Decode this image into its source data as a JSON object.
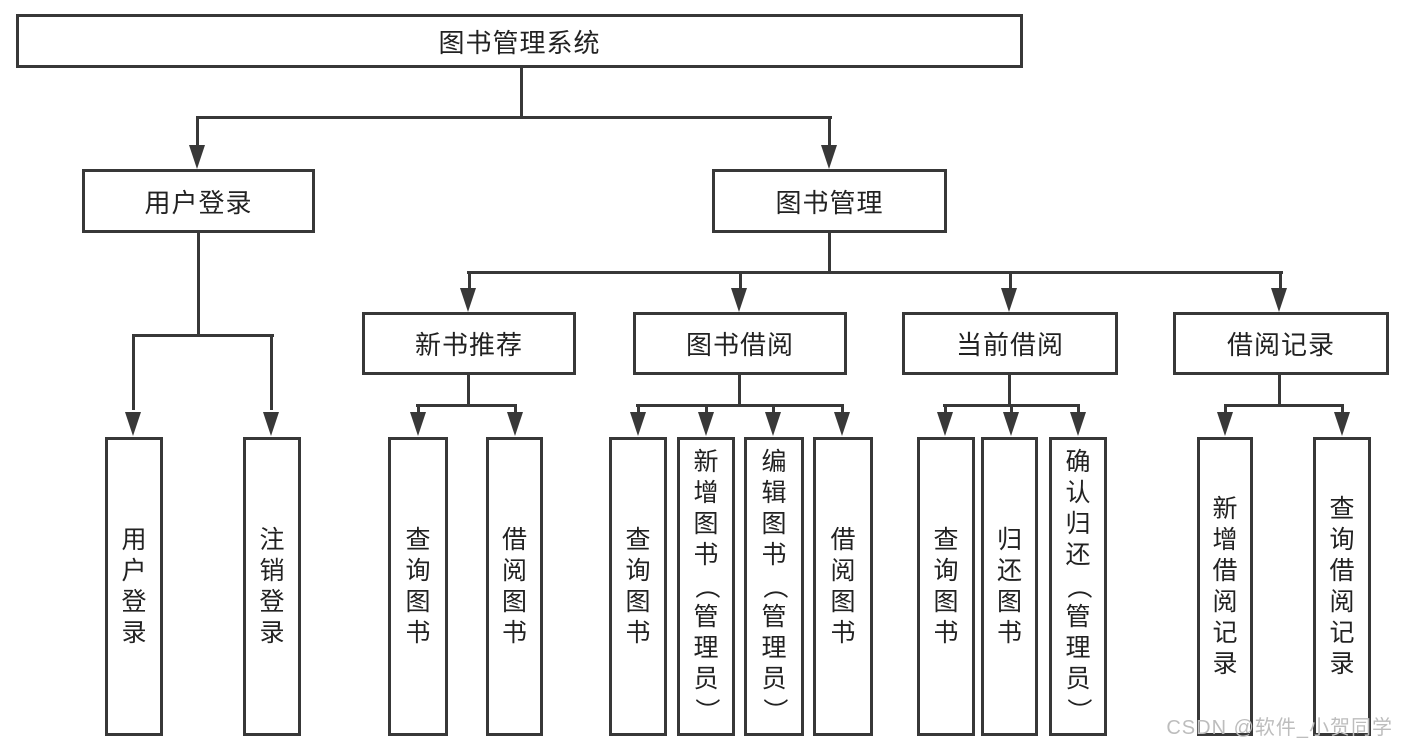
{
  "nodes": {
    "root": {
      "label": "图书管理系统"
    },
    "branches": [
      {
        "label": "用户登录"
      },
      {
        "label": "图书管理"
      }
    ],
    "modules": [
      {
        "label": "新书推荐"
      },
      {
        "label": "图书借阅"
      },
      {
        "label": "当前借阅"
      },
      {
        "label": "借阅记录"
      }
    ],
    "leaves": [
      {
        "label": "用户登录"
      },
      {
        "label": "注销登录"
      },
      {
        "label": "查询图书"
      },
      {
        "label": "借阅图书"
      },
      {
        "label": "查询图书"
      },
      {
        "label": "新增图书（管理员）"
      },
      {
        "label": "编辑图书（管理员）"
      },
      {
        "label": "借阅图书"
      },
      {
        "label": "查询图书"
      },
      {
        "label": "归还图书"
      },
      {
        "label": "确认归还（管理员）"
      },
      {
        "label": "新增借阅记录"
      },
      {
        "label": "查询借阅记录"
      }
    ]
  },
  "watermark": {
    "text": "CSDN @软件_小贺同学"
  },
  "colors": {
    "line": "#383838",
    "text": "#222222",
    "watermark": "#bdbdbd",
    "background": "#ffffff"
  }
}
